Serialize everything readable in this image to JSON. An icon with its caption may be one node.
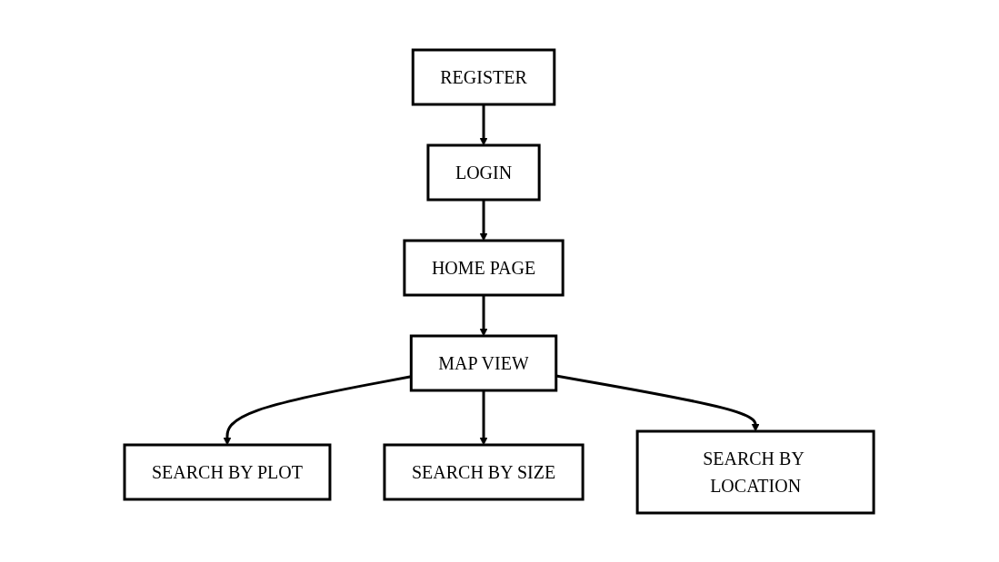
{
  "diagram": {
    "nodes": [
      {
        "text": [
          "REGISTER"
        ]
      },
      {
        "text": [
          "LOGIN"
        ]
      },
      {
        "text": [
          "HOME PAGE"
        ]
      },
      {
        "text": [
          "MAP VIEW"
        ]
      },
      {
        "text": [
          "SEARCH BY PLOT"
        ]
      },
      {
        "text": [
          "SEARCH BY SIZE"
        ]
      },
      {
        "text": [
          "SEARCH BY LOCATION"
        ]
      }
    ],
    "edges": [
      {
        "from": 0,
        "to": 1,
        "arrow": "to"
      },
      {
        "from": 1,
        "to": 2,
        "arrow": "to"
      },
      {
        "from": 2,
        "to": 3,
        "arrow": "to"
      },
      {
        "from": 3,
        "to": 4,
        "arrow": "to"
      },
      {
        "from": 3,
        "to": 5,
        "arrow": "to"
      },
      {
        "from": 3,
        "to": 6,
        "arrow": "to"
      }
    ]
  }
}
